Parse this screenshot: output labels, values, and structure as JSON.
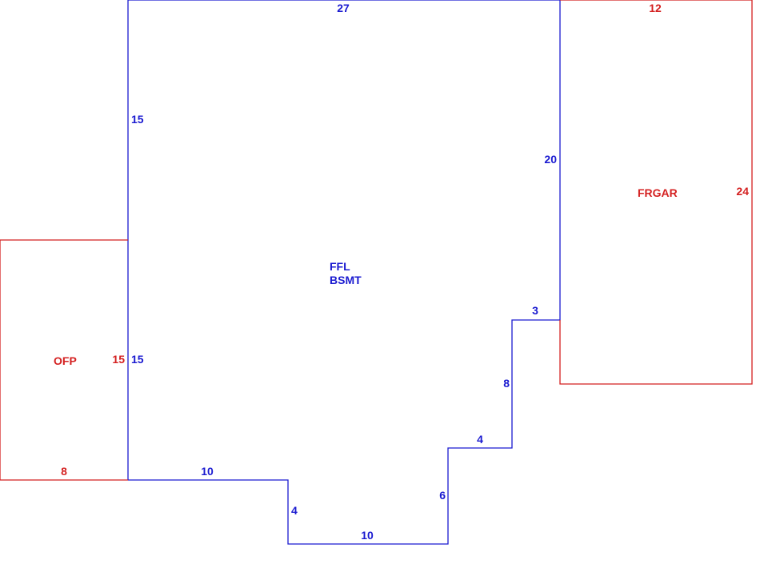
{
  "colors": {
    "main_area": "#1a1ad0",
    "attached_area": "#d42020"
  },
  "areas": {
    "main": {
      "name_line1": "FFL",
      "name_line2": "BSMT",
      "dims": {
        "top": "27",
        "left_upper": "15",
        "left_lower": "15",
        "right": "20",
        "step_top": "3",
        "step_right": "8",
        "step_mid": "4",
        "step_lower": "6",
        "bottom_right": "10",
        "notch_side": "4",
        "bottom_left": "10"
      }
    },
    "garage": {
      "name": "FRGAR",
      "dims": {
        "top": "12",
        "right": "24"
      }
    },
    "porch": {
      "name": "OFP",
      "dims": {
        "side": "15",
        "bottom": "8"
      }
    }
  }
}
